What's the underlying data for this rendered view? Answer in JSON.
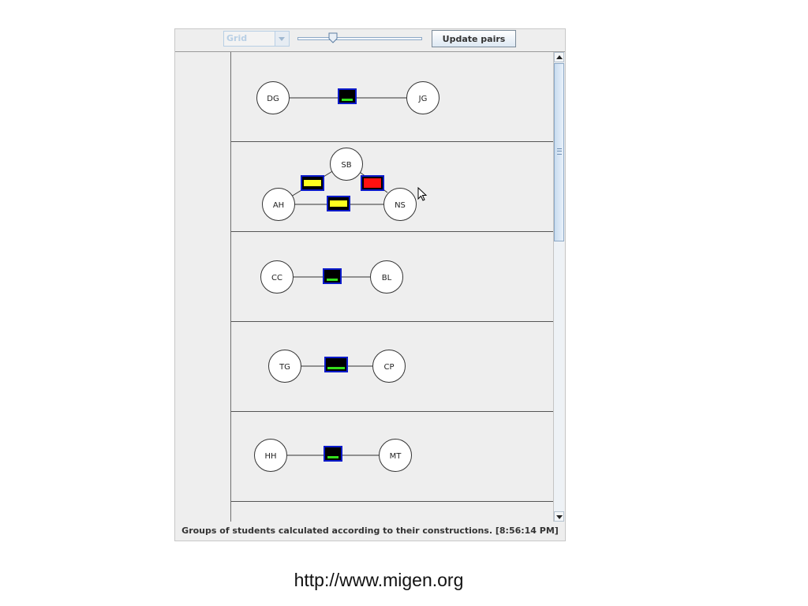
{
  "toolbar": {
    "layout_select": {
      "value": "Grid"
    },
    "slider": {
      "value_fraction": 0.27
    },
    "update_button_label": "Update pairs"
  },
  "groups": [
    {
      "nodes": [
        "DG",
        "JG"
      ],
      "links": [
        {
          "from": "DG",
          "to": "JG",
          "indicator": "green-bar"
        }
      ]
    },
    {
      "nodes": [
        "SB",
        "AH",
        "NS"
      ],
      "links": [
        {
          "from": "AH",
          "to": "SB",
          "indicator": "yellow"
        },
        {
          "from": "SB",
          "to": "NS",
          "indicator": "red"
        },
        {
          "from": "AH",
          "to": "NS",
          "indicator": "yellow"
        }
      ]
    },
    {
      "nodes": [
        "CC",
        "BL"
      ],
      "links": [
        {
          "from": "CC",
          "to": "BL",
          "indicator": "green-bar"
        }
      ]
    },
    {
      "nodes": [
        "TG",
        "CP"
      ],
      "links": [
        {
          "from": "TG",
          "to": "CP",
          "indicator": "green-bar"
        }
      ]
    },
    {
      "nodes": [
        "HH",
        "MT"
      ],
      "links": [
        {
          "from": "HH",
          "to": "MT",
          "indicator": "green-bar"
        }
      ]
    }
  ],
  "status_text": "Groups of students calculated according to their constructions. [8:56:14 PM]",
  "footer_url": "http://www.migen.org",
  "colors": {
    "indicator_border": "#0a1acb",
    "indicator_fill": "#000000",
    "green": "#35e01c",
    "yellow": "#ffff1e",
    "red": "#ff1010"
  },
  "icons": [
    "chevron-down-icon",
    "slider-thumb-icon",
    "scroll-up-arrow-icon",
    "scroll-down-arrow-icon",
    "mouse-pointer-icon"
  ]
}
